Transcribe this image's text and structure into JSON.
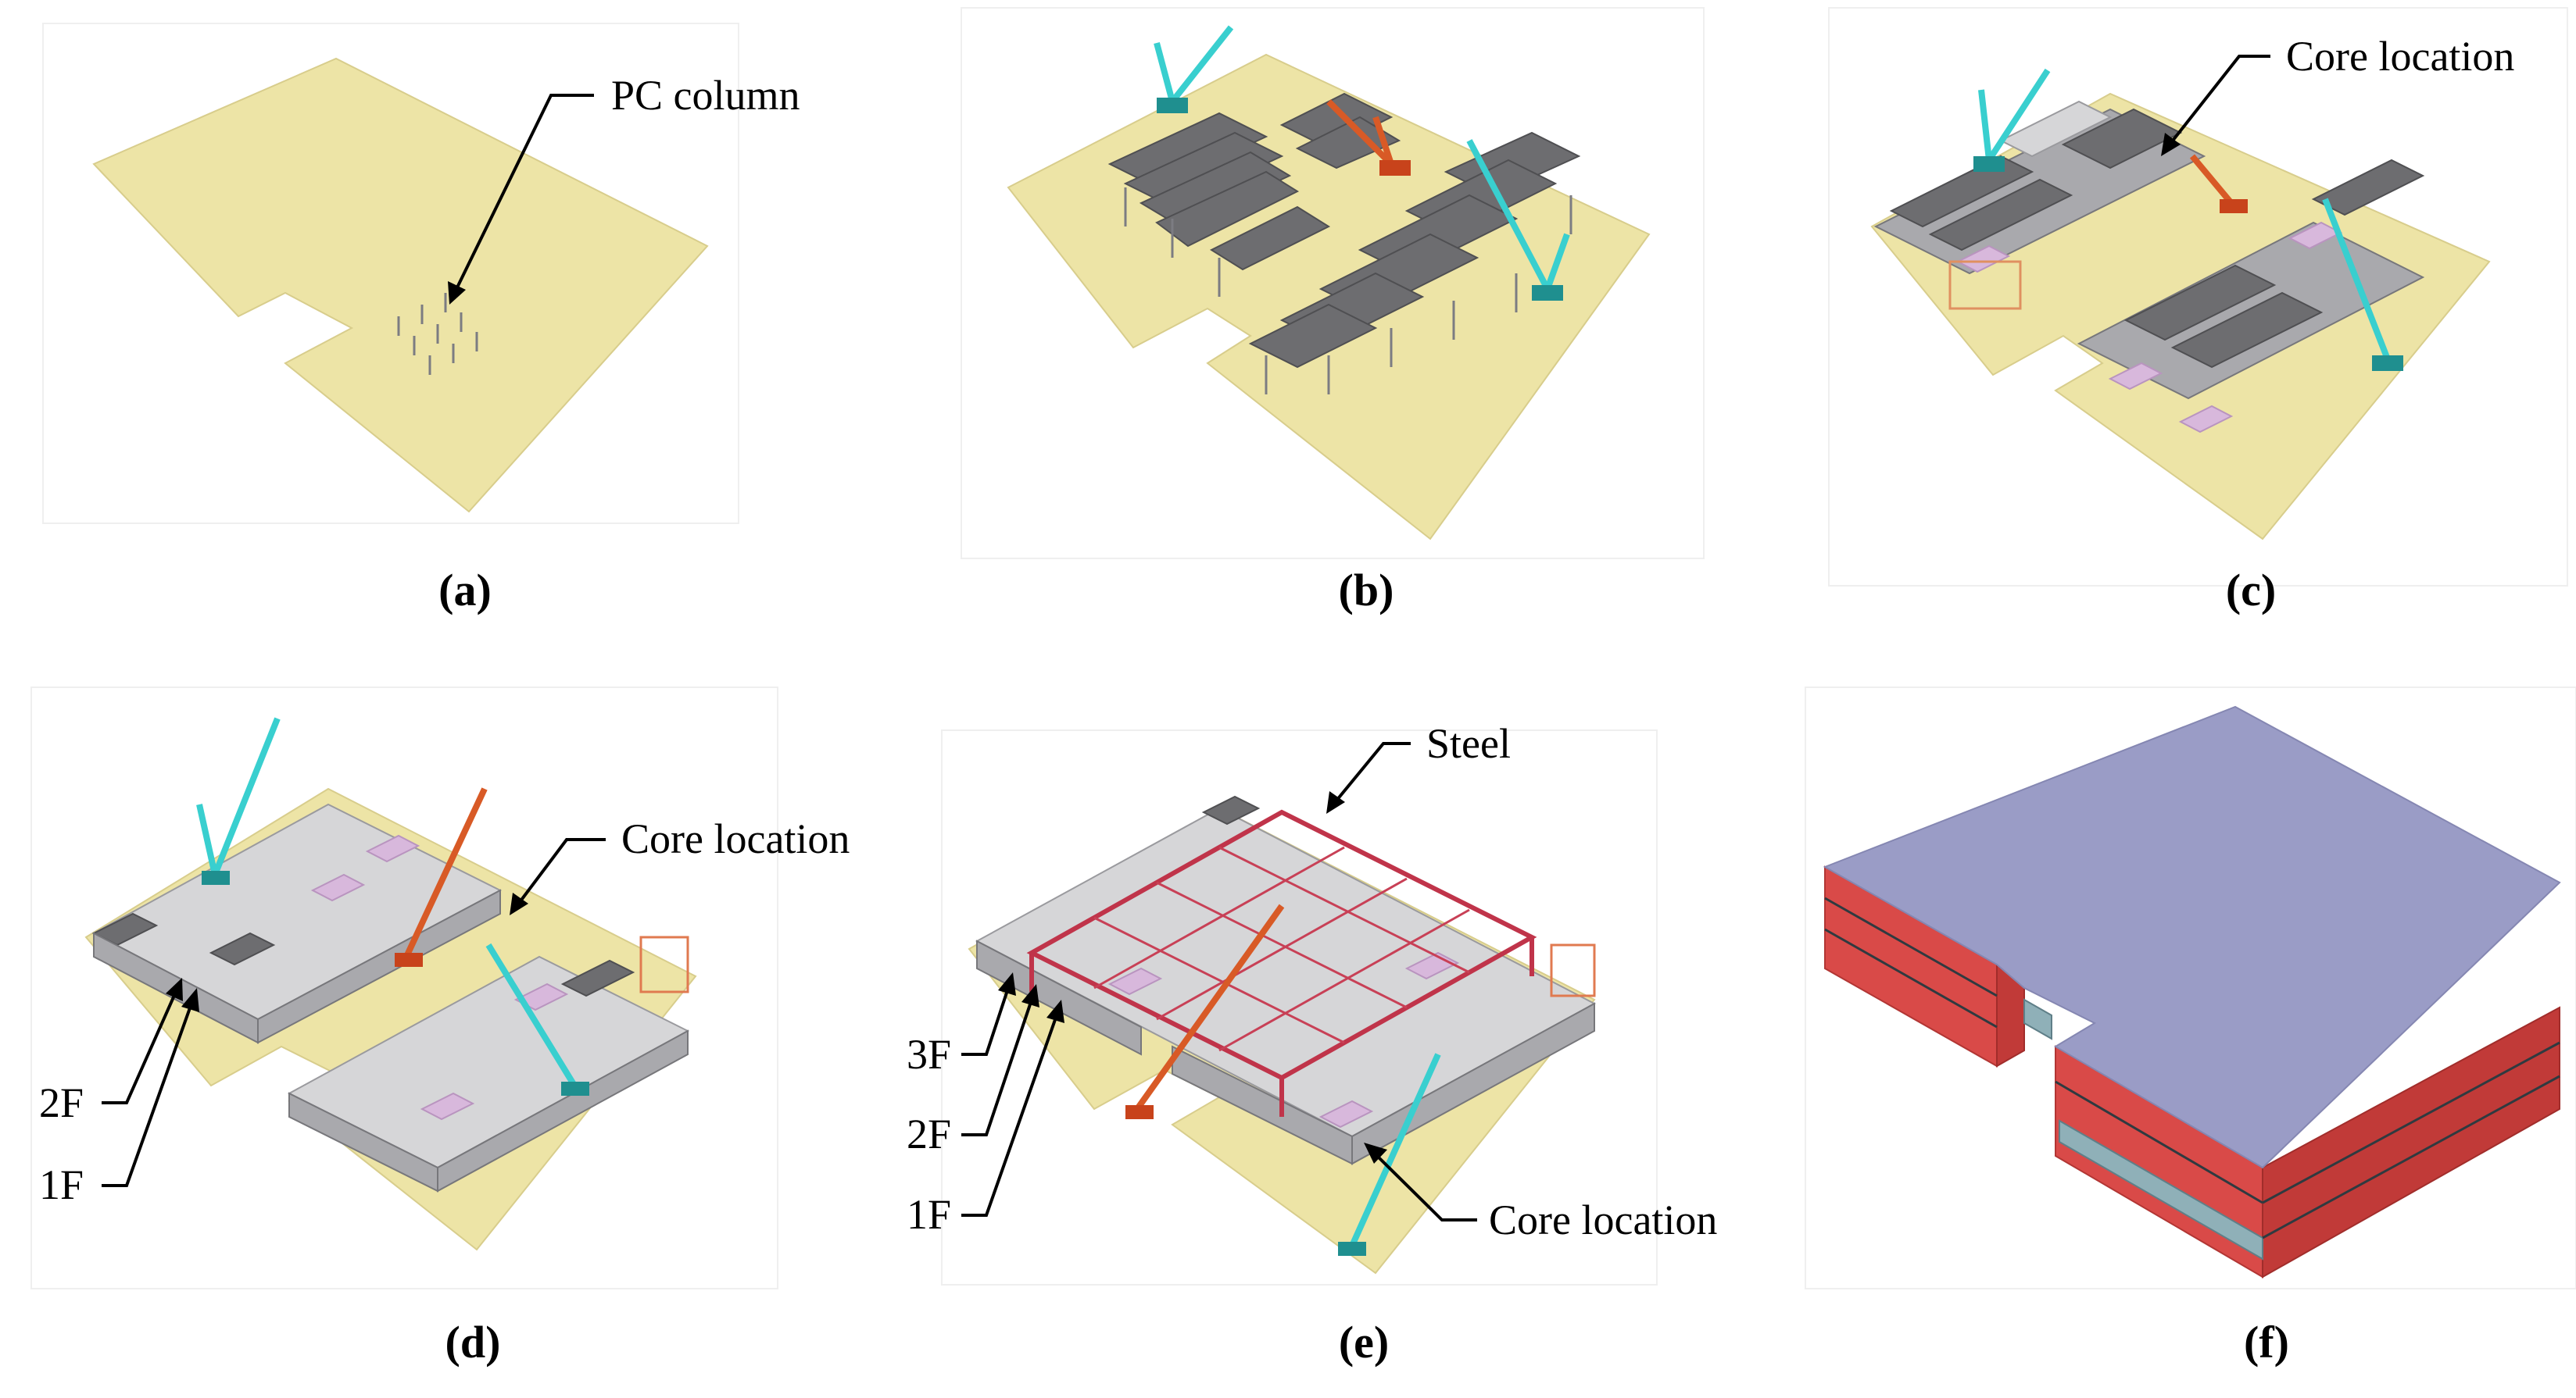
{
  "panels": [
    {
      "id": "a",
      "label": "(a)",
      "callouts": [
        "PC column"
      ]
    },
    {
      "id": "b",
      "label": "(b)",
      "callouts": []
    },
    {
      "id": "c",
      "label": "(c)",
      "callouts": [
        "Core location"
      ]
    },
    {
      "id": "d",
      "label": "(d)",
      "callouts": [
        "Core location",
        "2F",
        "1F"
      ]
    },
    {
      "id": "e",
      "label": "(e)",
      "callouts": [
        "Steel",
        "Core location",
        "3F",
        "2F",
        "1F"
      ]
    },
    {
      "id": "f",
      "label": "(f)",
      "callouts": []
    }
  ],
  "colors": {
    "ground": "#ede4a6",
    "slab_dark": "#6d6d70",
    "slab_light": "#d6d6d8",
    "core_pink": "#d8b8dc",
    "steel_red": "#c0344a",
    "crane_cyan": "#39cfcf",
    "crane_orange": "#d85a26",
    "roof_lavender": "#9a9cc6",
    "facade_red": "#d94a48"
  },
  "icons": {
    "crane": "crawler-crane-icon",
    "arrow": "callout-arrow"
  }
}
